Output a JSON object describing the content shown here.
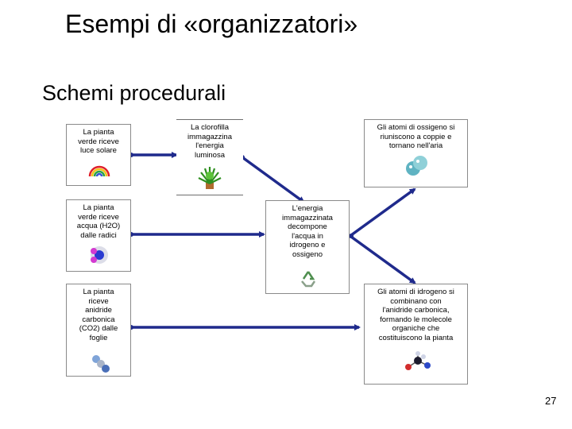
{
  "slide": {
    "title": "Esempi di «organizzatori»",
    "subtitle": "Schemi procedurali",
    "page_number": "27"
  },
  "diagram": {
    "steps": {
      "light": "La pianta\nverde riceve\nluce solare",
      "chlorophyll": "La clorofilla\nimmagazzina\nl'energia\nluminosa",
      "water": "La pianta\nverde riceve\nacqua (H2O)\ndalle radici",
      "co2": "La pianta\nriceve\nanidride\ncarbonica\n(CO2) dalle\nfoglie",
      "split": "L'energia\nimmagazzinata\ndecompone\nl'acqua in\nidrogeno e\nossigeno",
      "oxygen": "Gli atomi di ossigeno si\nriuniscono a coppie e\ntornano nell'aria",
      "hydrogen": "Gli atomi di idrogeno si\ncombinano con\nl'anidride carbonica,\nformando le molecole\norganiche che\ncostituiscono la pianta"
    },
    "icons": {
      "light": "rainbow-icon",
      "chlorophyll": "plant-icon",
      "water": "water-molecule-icon",
      "co2": "co2-molecule-icon",
      "split": "recycle-icon",
      "oxygen": "oxygen-molecule-icon",
      "hydrogen": "organic-molecule-icon"
    },
    "colors": {
      "arrow": "#1f2a8c",
      "border": "#8a8a8a"
    }
  }
}
